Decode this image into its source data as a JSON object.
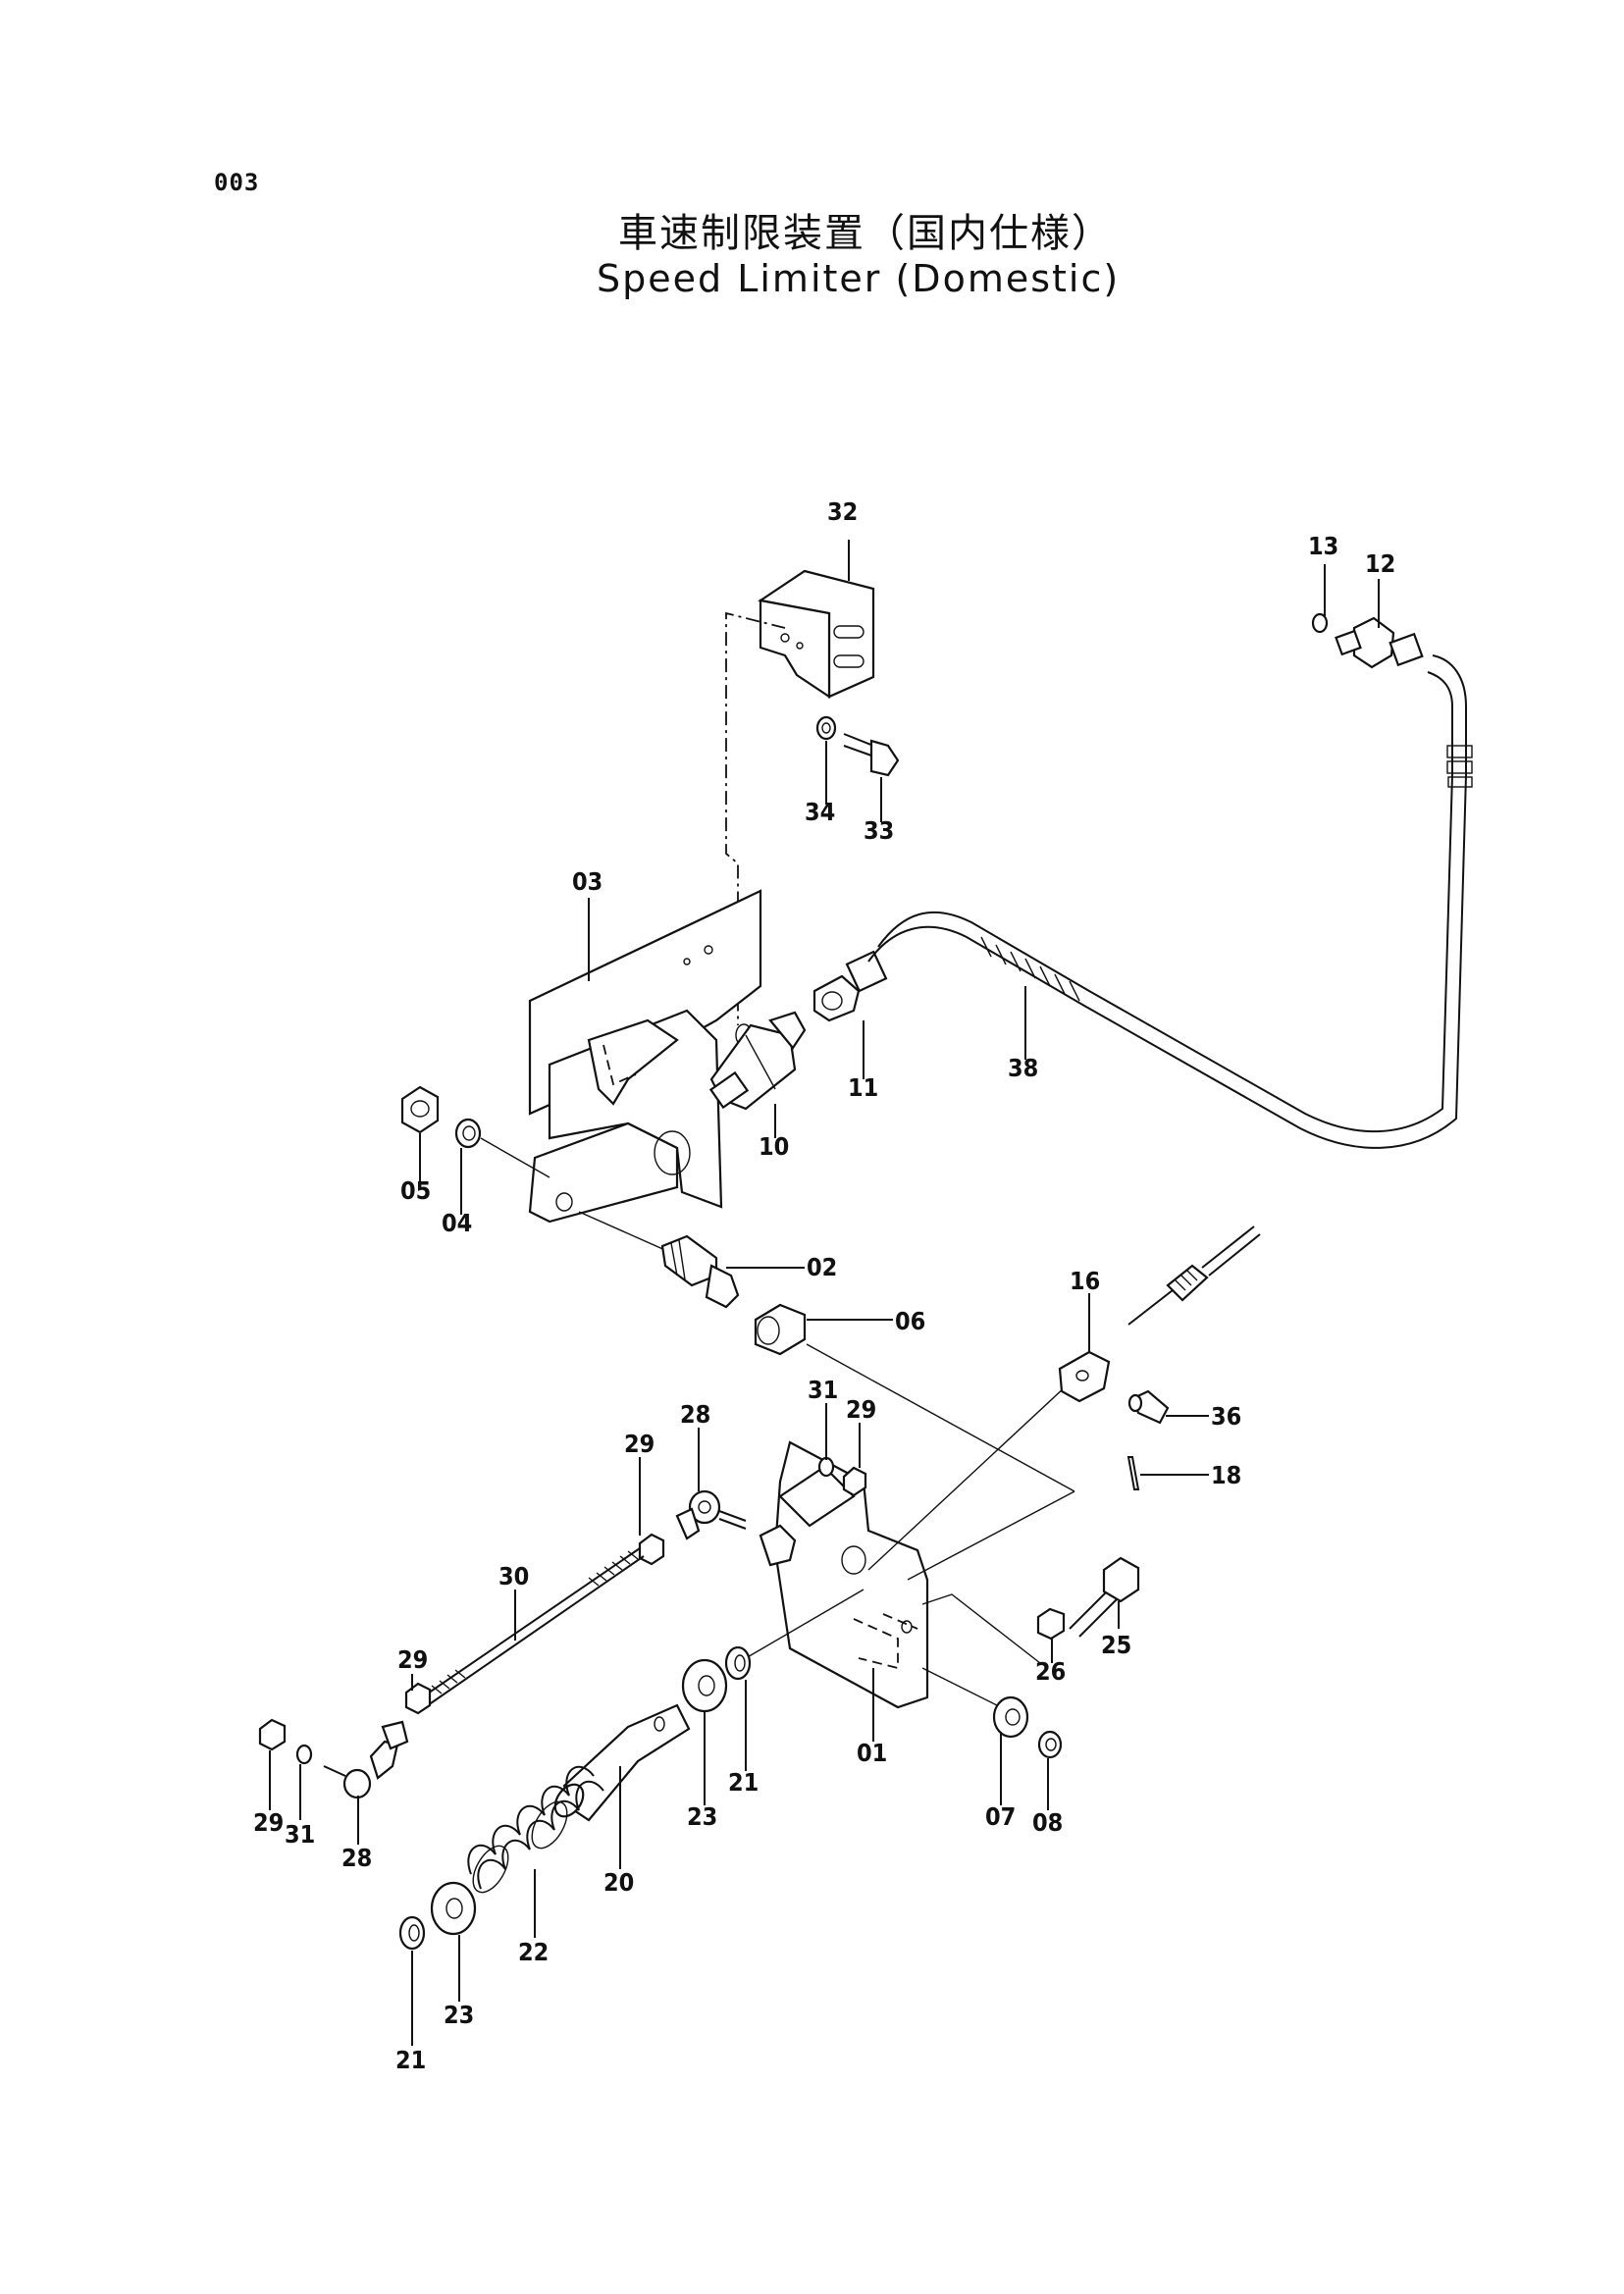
{
  "page_number": "003",
  "title_jp": "車速制限装置（国内仕様）",
  "title_en": "Speed Limiter (Domestic)",
  "callouts": {
    "p01": "01",
    "p02": "02",
    "p03": "03",
    "p04": "04",
    "p05": "05",
    "p06": "06",
    "p07": "07",
    "p08": "08",
    "p10": "10",
    "p11": "11",
    "p12": "12",
    "p13": "13",
    "p16": "16",
    "p18": "18",
    "p20": "20",
    "p21": "21",
    "p22": "22",
    "p23": "23",
    "p25": "25",
    "p26": "26",
    "p28": "28",
    "p29": "29",
    "p30": "30",
    "p31": "31",
    "p32": "32",
    "p33": "33",
    "p34": "34",
    "p36": "36",
    "p38": "38"
  }
}
